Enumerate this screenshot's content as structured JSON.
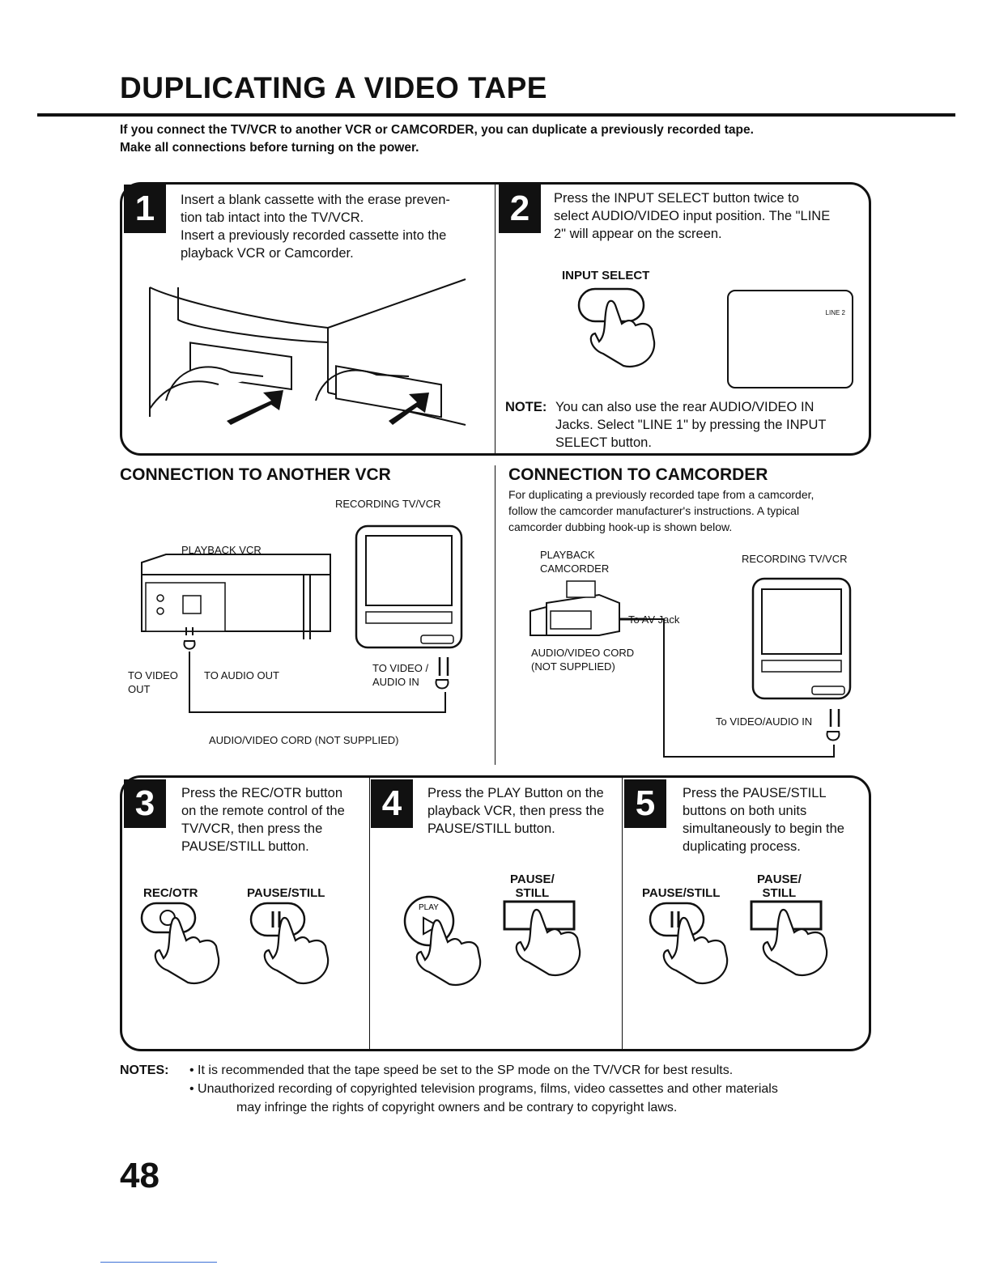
{
  "title": "DUPLICATING A VIDEO TAPE",
  "intro": {
    "line1": "If you connect the TV/VCR to another VCR or CAMCORDER, you can duplicate a previously recorded tape.",
    "line2": "Make all connections before turning on the power."
  },
  "step1": {
    "number": "1",
    "lines": [
      "Insert a blank cassette with the erase preven-",
      "tion tab intact into the TV/VCR.",
      "Insert a previously recorded cassette into the",
      "playback VCR or Camcorder."
    ]
  },
  "step2": {
    "number": "2",
    "lines": [
      "Press the INPUT SELECT button twice to",
      "select AUDIO/VIDEO input position. The \"LINE",
      "2\" will appear on the screen."
    ],
    "button_label": "INPUT SELECT",
    "screen_text": "LINE 2",
    "note_label": "NOTE:",
    "note_lines": [
      "You can also use the rear AUDIO/VIDEO IN",
      "Jacks. Select \"LINE 1\" by pressing the INPUT",
      "SELECT button."
    ]
  },
  "vcr_connection": {
    "heading": "CONNECTION TO ANOTHER VCR",
    "recording_label": "RECORDING TV/VCR",
    "playback_label": "PLAYBACK VCR",
    "to_video_out": [
      "TO VIDEO",
      "OUT"
    ],
    "to_audio_out": "TO AUDIO OUT",
    "to_video_audio_in": [
      "TO VIDEO /",
      "AUDIO IN"
    ],
    "cord_label": "AUDIO/VIDEO CORD (NOT SUPPLIED)"
  },
  "camcorder_connection": {
    "heading": "CONNECTION TO CAMCORDER",
    "description": [
      "For duplicating a previously recorded tape from a camcorder,",
      "follow the camcorder manufacturer's instructions. A typical",
      "camcorder dubbing hook-up is shown below."
    ],
    "playback_label": [
      "PLAYBACK",
      "CAMCORDER"
    ],
    "recording_label": "RECORDING TV/VCR",
    "av_jack_label": "To AV Jack",
    "cord_label": [
      "AUDIO/VIDEO CORD",
      "(NOT SUPPLIED)"
    ],
    "video_audio_in_label": "To VIDEO/AUDIO IN"
  },
  "step3": {
    "number": "3",
    "lines": [
      "Press the REC/OTR button",
      "on the remote control of the",
      "TV/VCR, then press the",
      "PAUSE/STILL button."
    ],
    "btn1": "REC/OTR",
    "btn2": "PAUSE/STILL"
  },
  "step4": {
    "number": "4",
    "lines": [
      "Press the PLAY Button on the",
      "playback VCR, then press the",
      "PAUSE/STILL button."
    ],
    "play_text": "PLAY",
    "btn": [
      "PAUSE/",
      "STILL"
    ]
  },
  "step5": {
    "number": "5",
    "lines": [
      "Press the PAUSE/STILL",
      "buttons on both units",
      "simultaneously to begin the",
      "duplicating process."
    ],
    "btn1": "PAUSE/STILL",
    "btn2": [
      "PAUSE/",
      "STILL"
    ]
  },
  "notes": {
    "label": "NOTES:",
    "items": [
      "• It is recommended that the tape speed be set to the SP mode on the TV/VCR for best results.",
      "• Unauthorized recording of copyrighted television programs, films, video cassettes and other materials"
    ],
    "continuation": "may infringe the rights of copyright owners and be contrary to copyright laws."
  },
  "page_number": "48"
}
